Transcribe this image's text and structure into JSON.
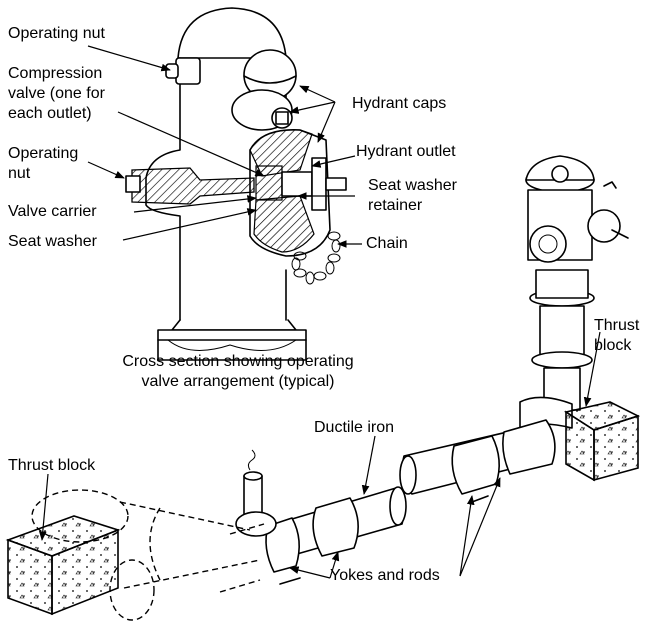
{
  "labels": {
    "operating_nut_top": "Operating nut",
    "compression_valve": "Compression\nvalve (one for\neach outlet)",
    "operating_nut_side": "Operating\nnut",
    "valve_carrier": "Valve carrier",
    "seat_washer": "Seat washer",
    "hydrant_caps": "Hydrant caps",
    "hydrant_outlet": "Hydrant outlet",
    "seat_washer_retainer": "Seat washer\nretainer",
    "chain": "Chain",
    "cross_section_caption": "Cross section showing operating\nvalve arrangement (typical)",
    "thrust_block_right": "Thrust\nblock",
    "thrust_block_left": "Thrust block",
    "ductile_iron": "Ductile iron",
    "yokes_and_rods": "Yokes and rods"
  }
}
